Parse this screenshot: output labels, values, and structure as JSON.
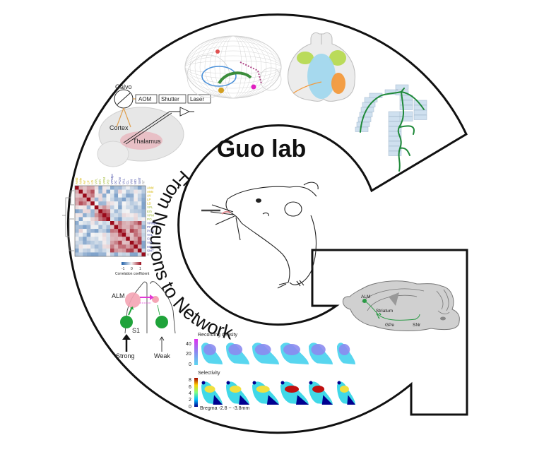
{
  "logo": {
    "title": "Guo lab",
    "tagline": "From Neurons to Network",
    "outline_color": "#111111"
  },
  "panels": {
    "optogenetics": {
      "galvo": "Galvo",
      "aom": "AOM",
      "shutter": "Shutter",
      "laser": "Laser",
      "cortex": "Cortex",
      "thalamus": "Thalamus",
      "beam_color": "#e0a050",
      "thalamus_color": "#e8b8c0"
    },
    "wireframe_brain": {
      "mesh_color": "#c8c8c8"
    },
    "dorsal_projection": {
      "colors": [
        "#9fd7ee",
        "#b5d94a",
        "#f39a3c"
      ]
    },
    "neuron_reconstruction": {
      "neuron_color": "#1f8a3a",
      "block_color": "#cfe0ef"
    },
    "correlation_matrix": {
      "row_labels": [
        "AMd",
        "AMv",
        "AV",
        "LP",
        "LD",
        "VPL",
        "Eth",
        "VPM",
        "PO",
        "VPMpc",
        "PF",
        "PCN",
        "VAL",
        "CL",
        "VM",
        "MD",
        "SMT",
        "RT"
      ],
      "group_colors": {
        "yellow": "#d6b500",
        "green": "#9fb82e",
        "blue": "#4a50a8",
        "gray": "#999999"
      },
      "colorbar_label": "Correlation coefficient",
      "colorbar_ticks": [
        "-1",
        "0",
        "1"
      ],
      "colorbar_range": [
        -1,
        1
      ]
    },
    "alm_circuit": {
      "alm": "ALM",
      "s1": "S1",
      "strong": "Strong",
      "weak": "Weak",
      "alm_color": "#f08fa8",
      "s1_color": "#1fa33a",
      "arrow_color": "#e23ad6"
    },
    "recording_density": {
      "title": "Recording density",
      "ticks": [
        "40",
        "20",
        "0"
      ],
      "range": [
        0,
        40
      ],
      "slices": 6
    },
    "selectivity": {
      "title": "Selectivity",
      "ticks": [
        "8",
        "6",
        "4",
        "2",
        "0"
      ],
      "range": [
        0,
        8
      ],
      "slices": 6,
      "footnote": "Bregma -2.8 ~ -3.8mm"
    },
    "sagittal_brain": {
      "alm": "ALM",
      "striatum": "Striatum",
      "gpe": "GPe",
      "snr": "SNr",
      "brain_color": "#d0d0d0",
      "pathway_color": "#2a9a45"
    }
  }
}
